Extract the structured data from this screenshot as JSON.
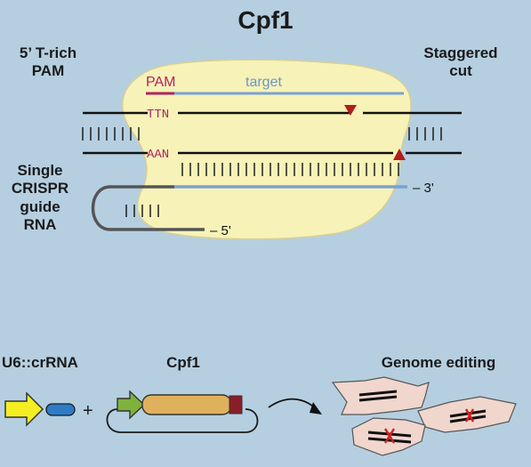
{
  "title": "Cpf1",
  "labels": {
    "pam_5t": "5’ T-rich\nPAM",
    "staggered": "Staggered\ncut",
    "guide": "Single\nCRISPR\nguide\nRNA",
    "pam": "PAM",
    "target": "target",
    "ttn": "TTN",
    "aan": "AAN",
    "end3": "– 3'",
    "end5": "– 5'"
  },
  "bottom": {
    "u6": "U6::crRNA",
    "plus": "+",
    "cpf1": "Cpf1",
    "genome": "Genome editing"
  },
  "colors": {
    "background": "#b5cfe0",
    "protein": "#f7f2b8",
    "pam_magenta": "#b0245f",
    "blue_strand": "#7aa2d0",
    "cut_red": "#b21d1d",
    "arrow_yellow": "#f5ee22",
    "crrna_blue": "#2e7cc6",
    "arrow_green": "#7fb23a",
    "cpf1_gene": "#e0b15c",
    "terminator": "#8a1e28",
    "cell": "#f0d6cc",
    "red_x": "#d02020"
  }
}
